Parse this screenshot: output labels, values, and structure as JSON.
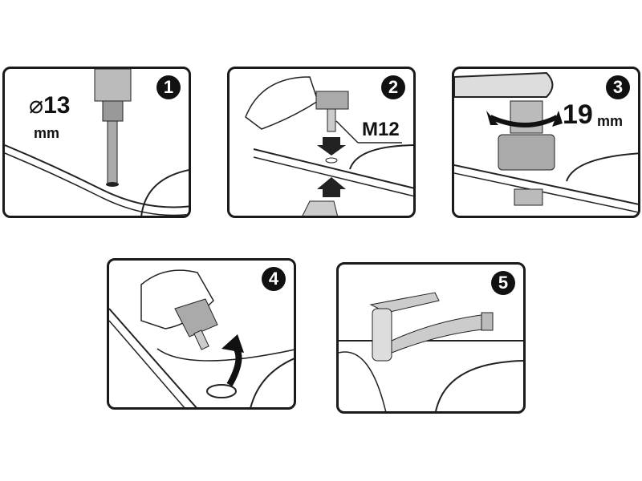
{
  "steps": [
    {
      "number": "1",
      "diameter_symbol": "⌀",
      "value": "13",
      "unit": "mm"
    },
    {
      "number": "2",
      "thread": "M12"
    },
    {
      "number": "3",
      "value": "19",
      "unit": "mm"
    },
    {
      "number": "4"
    },
    {
      "number": "5"
    }
  ]
}
